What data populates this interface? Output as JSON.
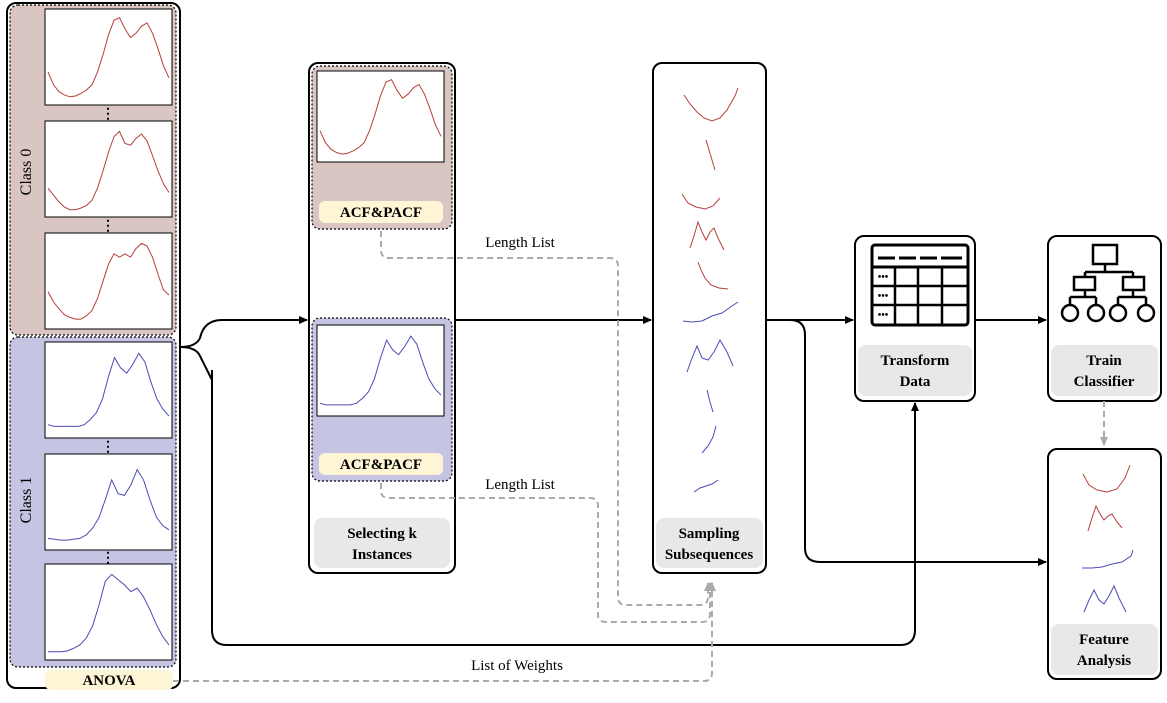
{
  "labels": {
    "class0": "Class 0",
    "class1": "Class 1",
    "anova": "ANOVA",
    "acf_top": "ACF&PACF",
    "acf_bottom": "ACF&PACF",
    "selecting_1": "Selecting k",
    "selecting_2": "Instances",
    "sampling_1": "Sampling",
    "sampling_2": "Subsequences",
    "transform_1": "Transform",
    "transform_2": "Data",
    "train_1": "Train",
    "train_2": "Classifier",
    "feature_1": "Feature",
    "feature_2": "Analysis",
    "length_list_top": "Length List",
    "length_list_bottom": "Length List",
    "list_of_weights": "List of Weights",
    "ellipsis": "⋮"
  },
  "colors": {
    "class0_bg": "#d9c5c1",
    "class1_bg": "#c5c5e3",
    "label_bg": "#fdf5d5",
    "step_label_bg": "#e8e8e8",
    "red_series": "#b5403a",
    "blue_series": "#4b4bb5",
    "dashed": "#aaaaaa"
  }
}
